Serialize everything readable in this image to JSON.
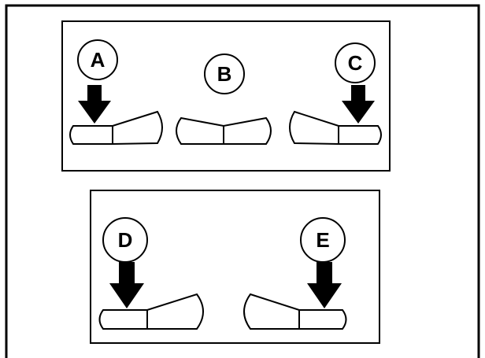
{
  "diagram": {
    "labels": {
      "a": "A",
      "b": "B",
      "c": "C",
      "d": "D",
      "e": "E"
    },
    "colors": {
      "stroke": "#000000",
      "background": "#ffffff"
    }
  }
}
